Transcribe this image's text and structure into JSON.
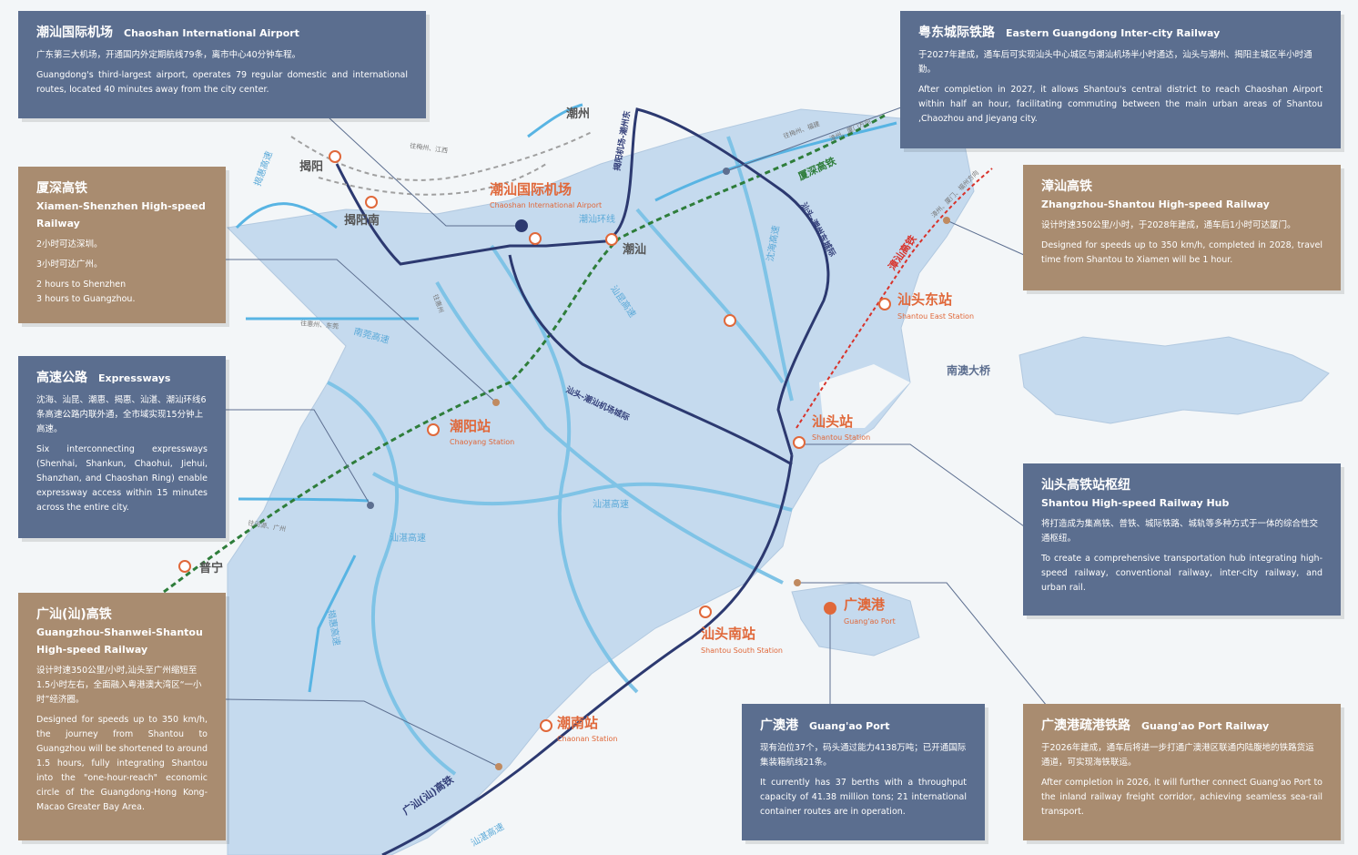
{
  "panels": {
    "airport": {
      "title_zh": "潮汕国际机场",
      "title_en": "Chaoshan International Airport",
      "text_zh": "广东第三大机场，开通国内外定期航线79条，离市中心40分钟车程。",
      "text_en": "Guangdong's third-largest airport, operates 79 regular domestic and international routes, located 40 minutes away from the city center."
    },
    "intercity": {
      "title_zh": "粤东城际铁路",
      "title_en": "Eastern Guangdong Inter-city Railway",
      "text_zh": "于2027年建成，通车后可实现汕头中心城区与潮汕机场半小时通达，汕头与潮州、揭阳主城区半小时通勤。",
      "text_en": "After completion in 2027, it allows Shantou's central district to reach Chaoshan Airport within half an hour, facilitating commuting between the main urban areas of Shantou ,Chaozhou and Jieyang city."
    },
    "xiamen": {
      "title_zh": "厦深高铁",
      "title_en": "Xiamen-Shenzhen High-speed Railway",
      "line1_zh": "2小时可达深圳。",
      "line2_zh": "3小时可达广州。",
      "line1_en": "2 hours to Shenzhen",
      "line2_en": "3 hours to Guangzhou."
    },
    "zhangshan": {
      "title_zh": "漳汕高铁",
      "title_en": "Zhangzhou-Shantou High-speed Railway",
      "text_zh": "设计时速350公里/小时，于2028年建成，通车后1小时可达厦门。",
      "text_en": "Designed for speeds up to 350 km/h, completed in 2028, travel time from Shantou to Xiamen will be 1 hour."
    },
    "expressways": {
      "title_zh": "高速公路",
      "title_en": "Expressways",
      "text_zh": "沈海、汕昆、潮惠、揭惠、汕湛、潮汕环线6条高速公路内联外通，全市域实现15分钟上高速。",
      "text_en": "Six interconnecting expressways (Shenhai, Shankun, Chaohui, Jiehui, Shanzhan, and Chaoshan Ring) enable expressway access within 15 minutes across the entire city."
    },
    "hub": {
      "title_zh": "汕头高铁站枢纽",
      "title_en": "Shantou High-speed Railway Hub",
      "text_zh": "将打造成为集高铁、普铁、城际铁路、城轨等多种方式于一体的综合性交通枢纽。",
      "text_en": "To create a comprehensive transportation hub integrating high-speed railway, conventional railway, inter-city railway, and urban rail."
    },
    "guangshan": {
      "title_zh": "广汕(汕)高铁",
      "title_en": "Guangzhou-Shanwei-Shantou High-speed Railway",
      "text_zh": "设计时速350公里/小时,汕头至广州缩短至1.5小时左右，全面融入粤港澳大湾区“一小时”经济圈。",
      "text_en": "Designed for speeds up to 350 km/h, the journey from Shantou to Guangzhou will be shortened to around 1.5 hours, fully integrating Shantou into the \"one-hour-reach\" economic circle of the Guangdong-Hong Kong-Macao Greater Bay Area."
    },
    "port": {
      "title_zh": "广澳港",
      "title_en": "Guang'ao Port",
      "text_zh": "现有泊位37个，码头通过能力4138万吨；已开通国际集装箱航线21条。",
      "text_en": "It currently has 37 berths with a throughput capacity of 41.38 million tons; 21 international container routes are in operation."
    },
    "port_rail": {
      "title_zh": "广澳港疏港铁路",
      "title_en": "Guang'ao Port Railway",
      "text_zh": "于2026年建成，通车后将进一步打通广澳港区联通内陆腹地的铁路货运通道，可实现海铁联运。",
      "text_en": "After completion in 2026, it will further connect Guang'ao Port to the inland railway freight corridor, achieving seamless sea-rail transport."
    }
  },
  "map_labels": {
    "chaozhou": "潮州",
    "jieyang": "揭阳",
    "jieyangnan": "揭阳南",
    "chaoshan": "潮汕",
    "puning": "普宁",
    "airport_zh": "潮汕国际机场",
    "airport_en": "Chaoshan International Airport",
    "shantou_east_zh": "汕头东站",
    "shantou_east_en": "Shantou East Station",
    "shantou_zh": "汕头站",
    "shantou_en": "Shantou Station",
    "chaoyang_zh": "潮阳站",
    "chaoyang_en": "Chaoyang Station",
    "shantou_south_zh": "汕头南站",
    "shantou_south_en": "Shantou South Station",
    "chaonan_zh": "潮南站",
    "chaonan_en": "Chaonan Station",
    "port_zh": "广澳港",
    "port_en": "Guang'ao Port",
    "nanao_bridge": "南澳大桥",
    "xiashen": "厦深高铁",
    "zhangshan": "漳汕高铁",
    "guangshan": "广汕(汕)高铁",
    "ring": "潮汕环线",
    "jiehui": "揭惠高速",
    "chaohui": "潮惠高速",
    "nanwan": "南莞高速",
    "shankun": "汕昆高速",
    "shanzhan1": "汕湛高速",
    "shanzhan2": "汕湛高速",
    "shanzhan3": "汕湛高速",
    "shenhai1": "沈海高速",
    "shenhai2": "沈海高速",
    "chaohui_r": "揭惠高速",
    "jiechao_line": "揭阳机场-潮州东",
    "shanchao_line": "汕头-潮州东城际",
    "shanjie_line": "汕头-潮汕机场城际",
    "to_meizhou": "往梅州、江西",
    "to_meizhou2": "往梅州、福建",
    "to_xiamen": "漳州、厦门方向",
    "to_xiamen2": "漳州、厦门、福州方向",
    "to_huizhou": "往惠州、东莞",
    "to_hz2": "往河源、广州",
    "to_hk": "往惠州"
  }
}
